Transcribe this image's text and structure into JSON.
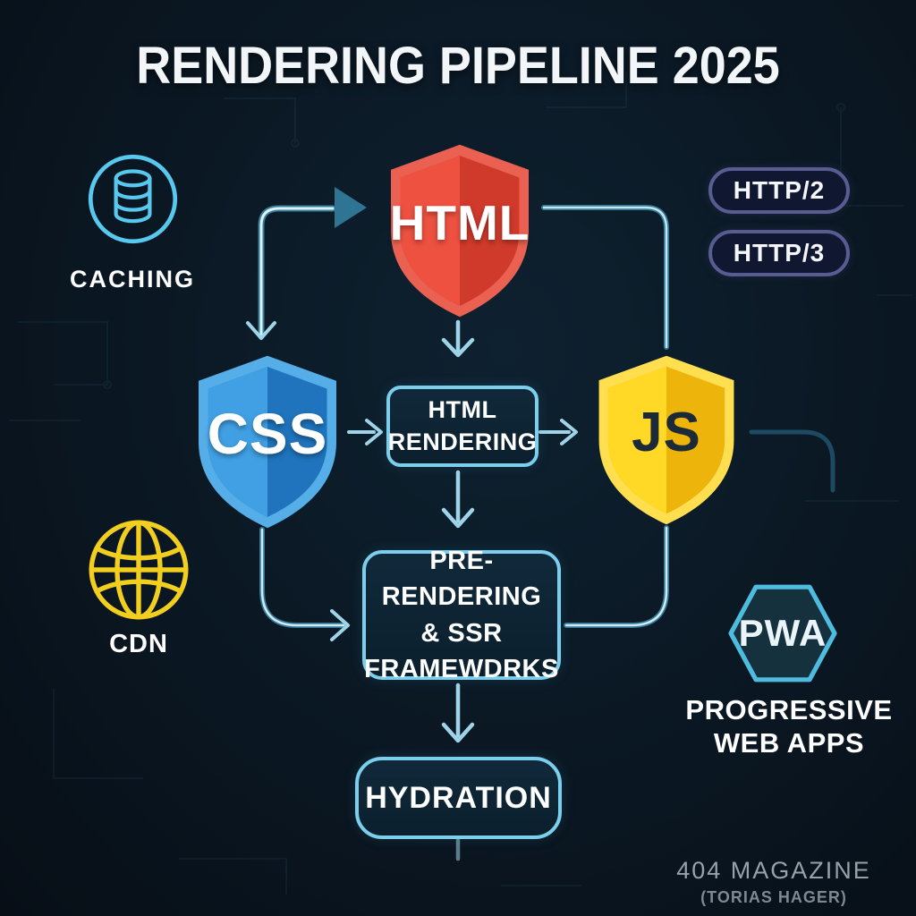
{
  "title": "RENDERING PIPELINE 2025",
  "shields": {
    "html": {
      "label": "HTML",
      "icon": "shield-icon",
      "color_light": "#ee5140",
      "color_dark": "#cf3a2b",
      "color_border": "#ea6152"
    },
    "css": {
      "label": "CSS",
      "icon": "shield-icon",
      "color_light": "#41a0e4",
      "color_dark": "#1f74bd",
      "color_border": "#55aee8"
    },
    "js": {
      "label": "JS",
      "icon": "shield-icon",
      "color_light": "#ffd926",
      "color_dark": "#edb50b",
      "color_border": "#ffdf4f"
    }
  },
  "boxes": {
    "html_rendering": {
      "line1": "HTML",
      "line2": "RENDERING"
    },
    "prerendering": {
      "line1": "PRE-RENDERING",
      "line2": "& SSR",
      "line3": "FRAMEWDRKS"
    },
    "hydration": {
      "label": "HYDRATION"
    }
  },
  "badges": {
    "http2": {
      "label": "HTTP/2"
    },
    "http3": {
      "label": "HTTP/3"
    },
    "pwa": {
      "label": "PWA",
      "icon": "hexagon-icon",
      "caption_line1": "PROGRESSIVE",
      "caption_line2": "WEB APPS"
    }
  },
  "side_icons": {
    "caching": {
      "label": "CACHING",
      "icon": "database-icon",
      "color": "#57c8ee"
    },
    "cdn": {
      "label": "CDN",
      "icon": "globe-icon",
      "color": "#f2ce1e"
    }
  },
  "footer": {
    "line1": "404 MAGAZINE",
    "line2": "(TORIAS HAGER)"
  },
  "colors": {
    "background": "#0b1925",
    "connector_line": "#a9dcee",
    "connector_glow": "#3f8fae",
    "solid_arrow": "#2f7493",
    "box_border": "#7bcfec",
    "pill_border": "#585c90",
    "footer_text": "#98a1aa"
  }
}
